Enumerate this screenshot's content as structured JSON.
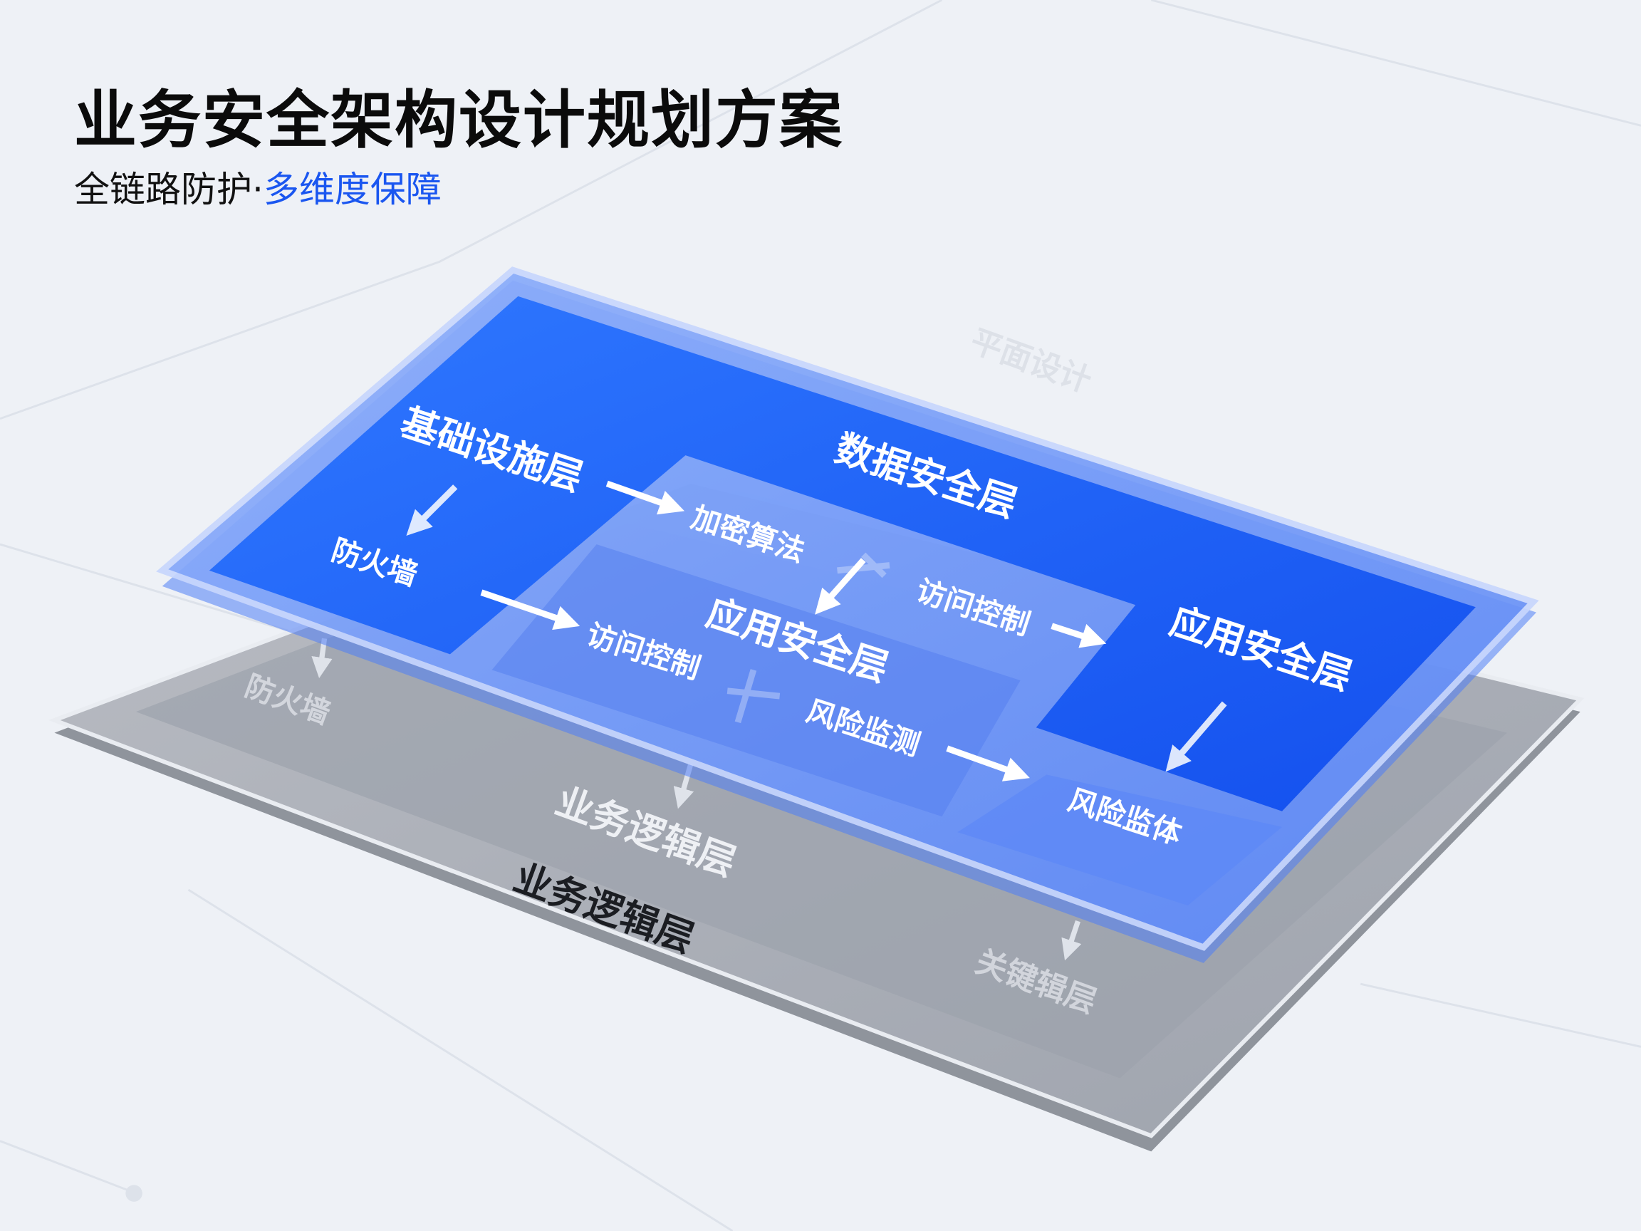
{
  "header": {
    "title": "业务安全架构设计规划方案",
    "subtitle_plain": "全链路防护·",
    "subtitle_accent": "多维度保障"
  },
  "colors": {
    "accent": "#1a56f0",
    "panel_blue": "#1f5ff5",
    "glass_blue": "#6d95f7",
    "gray_slab": "#a9adb6"
  },
  "diagram": {
    "watermark": "平面设计",
    "blue_layer": {
      "infra_layer": "基础设施层",
      "data_layer": "数据安全层",
      "encryption": "加密算法",
      "access_control_right": "访问控制",
      "app_layer_right": "应用安全层",
      "firewall": "防火墙",
      "access_control_left": "访问控制",
      "app_layer_center": "应用安全层",
      "risk_monitor": "风险监测",
      "risk_monitor_2": "风险监体"
    },
    "gray_layer": {
      "firewall": "防火墙",
      "business_logic_top": "业务逻辑层",
      "business_logic_bottom": "业务逻辑层",
      "key_layer": "关键辑层"
    }
  }
}
